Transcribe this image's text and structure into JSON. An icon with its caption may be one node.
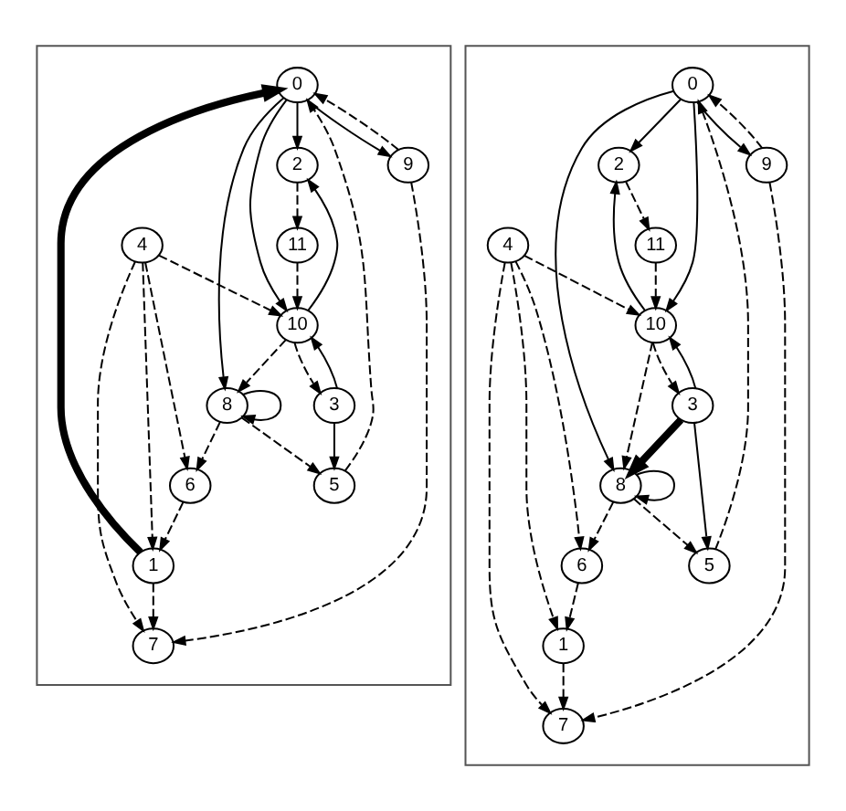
{
  "diagram": {
    "nodes": [
      {
        "text": [],
        "shape": "box"
      },
      {
        "text": [
          "0"
        ],
        "in": 0
      },
      {
        "text": [
          "1"
        ],
        "in": 0
      },
      {
        "text": [
          "2"
        ],
        "in": 0
      },
      {
        "text": [
          "3"
        ],
        "in": 0
      },
      {
        "text": [
          "4"
        ],
        "in": 0
      },
      {
        "text": [
          "5"
        ],
        "in": 0
      },
      {
        "text": [
          "6"
        ],
        "in": 0
      },
      {
        "text": [
          "7"
        ],
        "in": 0
      },
      {
        "text": [
          "8"
        ],
        "in": 0
      },
      {
        "text": [
          "9"
        ],
        "in": 0
      },
      {
        "text": [
          "10"
        ],
        "in": 0
      },
      {
        "text": [
          "11"
        ],
        "in": 0
      },
      {
        "text": [],
        "shape": "box"
      },
      {
        "text": [
          "0"
        ],
        "in": 13
      },
      {
        "text": [
          "1"
        ],
        "in": 13
      },
      {
        "text": [
          "2"
        ],
        "in": 13
      },
      {
        "text": [
          "3"
        ],
        "in": 13
      },
      {
        "text": [
          "4"
        ],
        "in": 13
      },
      {
        "text": [
          "5"
        ],
        "in": 13
      },
      {
        "text": [
          "6"
        ],
        "in": 13
      },
      {
        "text": [
          "7"
        ],
        "in": 13
      },
      {
        "text": [
          "8"
        ],
        "in": 13
      },
      {
        "text": [
          "9"
        ],
        "in": 13
      },
      {
        "text": [
          "10"
        ],
        "in": 13
      },
      {
        "text": [
          "11"
        ],
        "in": 13
      }
    ],
    "edges": [
      {
        "from": 5,
        "to": 11,
        "arrow": "to",
        "style": "dashed"
      },
      {
        "from": 5,
        "to": 7,
        "arrow": "to",
        "style": "dashed"
      },
      {
        "from": 5,
        "to": 2,
        "arrow": "to",
        "style": "dashed"
      },
      {
        "from": 5,
        "to": 8,
        "arrow": "to",
        "style": "dashed"
      },
      {
        "from": 11,
        "to": 9,
        "arrow": "to",
        "style": "dashed"
      },
      {
        "from": 11,
        "to": 4,
        "arrow": "to",
        "style": "dashed"
      },
      {
        "from": 4,
        "to": 11,
        "arrow": "to"
      },
      {
        "from": 4,
        "to": 6,
        "arrow": "to"
      },
      {
        "from": 9,
        "to": 9,
        "arrow": "to"
      },
      {
        "from": 9,
        "to": 6,
        "arrow": "to",
        "style": "dashed"
      },
      {
        "from": 9,
        "to": 7,
        "arrow": "to",
        "style": "dashed"
      },
      {
        "from": 7,
        "to": 2,
        "arrow": "to",
        "style": "dashed"
      },
      {
        "from": 2,
        "to": 1,
        "arrow": "to",
        "style": "thick"
      },
      {
        "from": 2,
        "to": 8,
        "arrow": "to",
        "style": "dashed"
      },
      {
        "from": 10,
        "to": 8,
        "arrow": "to",
        "style": "dashed"
      },
      {
        "from": 10,
        "to": 1,
        "arrow": "to",
        "style": "dashed"
      },
      {
        "from": 1,
        "to": 10,
        "arrow": "to"
      },
      {
        "from": 1,
        "to": 9,
        "arrow": "to"
      },
      {
        "from": 1,
        "to": 11,
        "arrow": "to"
      },
      {
        "from": 1,
        "to": 3,
        "arrow": "to"
      },
      {
        "from": 11,
        "to": 3,
        "arrow": "to"
      },
      {
        "from": 3,
        "to": 12,
        "arrow": "to",
        "style": "dashed"
      },
      {
        "from": 12,
        "to": 11,
        "arrow": "to",
        "style": "dashed"
      },
      {
        "from": 6,
        "to": 1,
        "arrow": "to",
        "style": "dashed"
      },
      {
        "from": 18,
        "to": 24,
        "arrow": "to",
        "style": "dashed"
      },
      {
        "from": 18,
        "to": 20,
        "arrow": "to",
        "style": "dashed"
      },
      {
        "from": 18,
        "to": 15,
        "arrow": "to",
        "style": "dashed"
      },
      {
        "from": 18,
        "to": 21,
        "arrow": "to",
        "style": "dashed"
      },
      {
        "from": 24,
        "to": 22,
        "arrow": "to",
        "style": "dashed"
      },
      {
        "from": 24,
        "to": 17,
        "arrow": "to",
        "style": "dashed"
      },
      {
        "from": 17,
        "to": 24,
        "arrow": "to"
      },
      {
        "from": 17,
        "to": 19,
        "arrow": "to"
      },
      {
        "from": 17,
        "to": 22,
        "arrow": "to",
        "style": "thick"
      },
      {
        "from": 22,
        "to": 22,
        "arrow": "to"
      },
      {
        "from": 22,
        "to": 19,
        "arrow": "to",
        "style": "dashed"
      },
      {
        "from": 22,
        "to": 20,
        "arrow": "to",
        "style": "dashed"
      },
      {
        "from": 20,
        "to": 15,
        "arrow": "to",
        "style": "dashed"
      },
      {
        "from": 15,
        "to": 21,
        "arrow": "to",
        "style": "dashed"
      },
      {
        "from": 23,
        "to": 21,
        "arrow": "to",
        "style": "dashed"
      },
      {
        "from": 23,
        "to": 14,
        "arrow": "to",
        "style": "dashed"
      },
      {
        "from": 14,
        "to": 23,
        "arrow": "to"
      },
      {
        "from": 14,
        "to": 22,
        "arrow": "to"
      },
      {
        "from": 14,
        "to": 24,
        "arrow": "to"
      },
      {
        "from": 14,
        "to": 16,
        "arrow": "to"
      },
      {
        "from": 24,
        "to": 16,
        "arrow": "to"
      },
      {
        "from": 16,
        "to": 25,
        "arrow": "to",
        "style": "dashed"
      },
      {
        "from": 25,
        "to": 24,
        "arrow": "to",
        "style": "dashed"
      },
      {
        "from": 19,
        "to": 14,
        "arrow": "to",
        "style": "dashed"
      }
    ]
  }
}
